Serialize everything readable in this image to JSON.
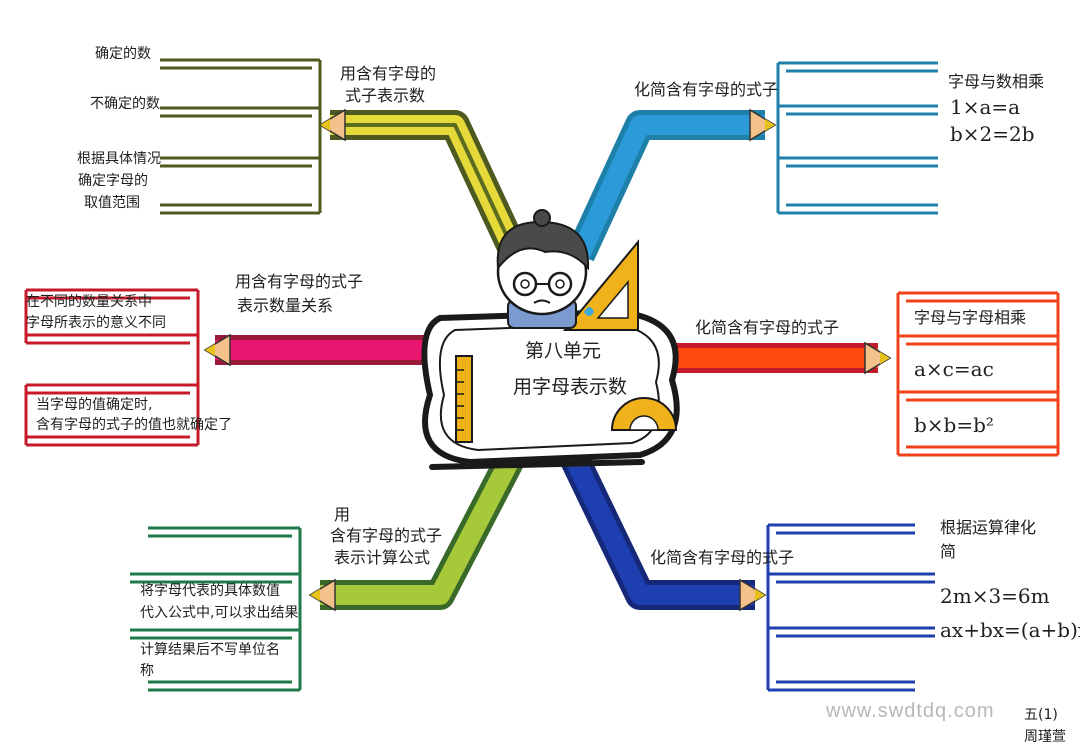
{
  "center": {
    "line1": "第八单元",
    "line2": "用字母表示数"
  },
  "branches": {
    "top_left": {
      "label": [
        "用含有字母的",
        "式子表示数"
      ],
      "items": [
        "确定的数",
        "不确定的数",
        "根据具体情况",
        "确定字母的",
        "取值范围"
      ]
    },
    "mid_left": {
      "label": [
        "用含有字母的式子",
        "表示数量关系"
      ],
      "items": [
        "在不同的数量关系中",
        "字母所表示的意义不同",
        "当字母的值确定时,",
        "含有字母的式子的值也就确定了"
      ]
    },
    "bottom_left": {
      "label": [
        "用",
        "含有字母的式子",
        "表示计算公式"
      ],
      "items": [
        "将字母代表的具体数值",
        "代入公式中,可以求出结果",
        "计算结果后不写单位名",
        "称"
      ]
    },
    "top_right": {
      "label": "化简含有字母的式子",
      "items": [
        "字母与数相乘",
        "1×a=a",
        "b×2=2b"
      ]
    },
    "mid_right": {
      "label": "化简含有字母的式子",
      "items": [
        "字母与字母相乘",
        "a×c=ac",
        "b×b=b²"
      ]
    },
    "bottom_right": {
      "label": "化简含有字母的式子",
      "items": [
        "根据运算律化",
        "简",
        "2m×3=6m",
        "ax+bx=(a+b)x"
      ]
    }
  },
  "signature": [
    "五(1)",
    "周瑾萱"
  ],
  "watermark": "www.swdtdq.com",
  "colors": {
    "yellow": "#e6d93a",
    "olive": "#4d5a1f",
    "blue": "#2a9ad8",
    "teal": "#1e7fa8",
    "red": "#ff4a12",
    "pink": "#e8166e",
    "darkred": "#c41a2a",
    "lime": "#a6c93a",
    "green": "#1f7a4a",
    "navy": "#1e3fb0"
  }
}
